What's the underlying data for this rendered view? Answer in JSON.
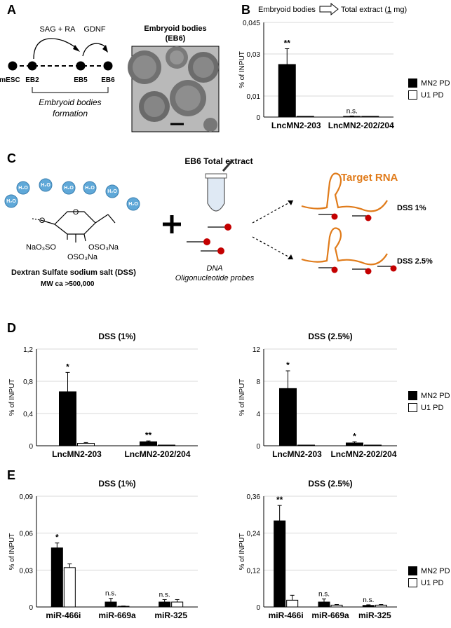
{
  "panels": {
    "A": {
      "letter": "A",
      "labels": {
        "sag_ra": "SAG + RA",
        "gdnf": "GDNF",
        "mesc": "mESC",
        "eb2": "EB2",
        "eb5": "EB5",
        "eb6": "EB6",
        "formation_line1": "Embryoid bodies",
        "formation_line2": "formation",
        "image_title_line1": "Embryoid bodies",
        "image_title_line2": "(EB6)"
      }
    },
    "B": {
      "letter": "B",
      "header_left": "Embryoid bodies",
      "header_right_prefix": "Total extract (",
      "header_right_amount": "1",
      "header_right_suffix": " mg)"
    },
    "C": {
      "letter": "C",
      "title": "EB6 Total extract",
      "target_rna": "Target RNA",
      "dss1": "DSS 1%",
      "dss25": "DSS 2.5%",
      "water": "H₂O",
      "dna_line1": "DNA",
      "dna_line2": "Oligonucleotide probes",
      "dextran_title": "Dextran Sulfate sodium salt (DSS)",
      "dextran_mw": "MW ca >500,000",
      "chem_left": "NaO₃SO",
      "chem_right": "OSO₃Na",
      "chem_bottom": "OSO₃Na",
      "chem_o": "O"
    },
    "D": {
      "letter": "D"
    },
    "E": {
      "letter": "E"
    }
  },
  "legend": {
    "mn2": "MN2 PD",
    "u1": "U1  PD"
  },
  "colors": {
    "mn2": "#000000",
    "u1": "#ffffff",
    "rna": "#e07b1a",
    "probe_red": "#c40000",
    "water_blue": "#5fa8d8",
    "grid": "#d9d9d9"
  },
  "chart_data": [
    {
      "id": "B",
      "type": "bar",
      "title": "",
      "ylabel": "% of INPUT",
      "ylim": [
        0,
        0.045
      ],
      "yticks": [
        0,
        0.01,
        0.03,
        0.045
      ],
      "ytick_labels": [
        "0",
        "0,01",
        "0,03",
        "0,045"
      ],
      "categories": [
        "LncMN2-203",
        "LncMN2-202/204"
      ],
      "series": [
        {
          "name": "MN2 PD",
          "values": [
            0.025,
            0.0003
          ],
          "err": [
            0.0075,
            0.0002
          ]
        },
        {
          "name": "U1  PD",
          "values": [
            0.0002,
            0.0002
          ],
          "err": [
            0.0001,
            0.0001
          ]
        }
      ],
      "annotations": [
        {
          "category": 0,
          "text": "**"
        },
        {
          "category": 1,
          "text": "n.s."
        }
      ]
    },
    {
      "id": "D1",
      "type": "bar",
      "title": "DSS (1%)",
      "ylabel": "% of INPUT",
      "ylim": [
        0,
        1.2
      ],
      "yticks": [
        0,
        0.4,
        0.8,
        1.2
      ],
      "ytick_labels": [
        "0",
        "0,4",
        "0,8",
        "1,2"
      ],
      "categories": [
        "LncMN2-203",
        "LncMN2-202/204"
      ],
      "series": [
        {
          "name": "MN2 PD",
          "values": [
            0.67,
            0.05
          ],
          "err": [
            0.24,
            0.01
          ]
        },
        {
          "name": "U1  PD",
          "values": [
            0.03,
            0.005
          ],
          "err": [
            0.01,
            0.003
          ]
        }
      ],
      "annotations": [
        {
          "category": 0,
          "text": "*"
        },
        {
          "category": 1,
          "text": "**"
        }
      ]
    },
    {
      "id": "D2",
      "type": "bar",
      "title": "DSS (2.5%)",
      "ylabel": "% of INPUT",
      "ylim": [
        0,
        12
      ],
      "yticks": [
        0,
        4,
        8,
        12
      ],
      "ytick_labels": [
        "0",
        "4",
        "8",
        "12"
      ],
      "categories": [
        "LncMN2-203",
        "LncMN2-202/204"
      ],
      "series": [
        {
          "name": "MN2 PD",
          "values": [
            7.1,
            0.35
          ],
          "err": [
            2.2,
            0.15
          ]
        },
        {
          "name": "U1  PD",
          "values": [
            0.03,
            0.03
          ],
          "err": [
            0.01,
            0.01
          ]
        }
      ],
      "annotations": [
        {
          "category": 0,
          "text": "*"
        },
        {
          "category": 1,
          "text": "*"
        }
      ]
    },
    {
      "id": "E1",
      "type": "bar",
      "title": "DSS (1%)",
      "ylabel": "% of INPUT",
      "ylim": [
        0,
        0.09
      ],
      "yticks": [
        0,
        0.03,
        0.06,
        0.09
      ],
      "ytick_labels": [
        "0",
        "0,03",
        "0,06",
        "0,09"
      ],
      "categories": [
        "miR-466i",
        "miR-669a",
        "miR-325"
      ],
      "series": [
        {
          "name": "MN2 PD",
          "values": [
            0.048,
            0.004,
            0.004
          ],
          "err": [
            0.004,
            0.003,
            0.002
          ]
        },
        {
          "name": "U1  PD",
          "values": [
            0.032,
            0.0005,
            0.004
          ],
          "err": [
            0.003,
            0.0003,
            0.002
          ]
        }
      ],
      "annotations": [
        {
          "category": 0,
          "text": "*"
        },
        {
          "category": 1,
          "text": "n.s."
        },
        {
          "category": 2,
          "text": "n.s."
        }
      ]
    },
    {
      "id": "E2",
      "type": "bar",
      "title": "DSS (2.5%)",
      "ylabel": "% of INPUT",
      "ylim": [
        0,
        0.36
      ],
      "yticks": [
        0,
        0.12,
        0.24,
        0.36
      ],
      "ytick_labels": [
        "0",
        "0,12",
        "0,24",
        "0,36"
      ],
      "categories": [
        "miR-466i",
        "miR-669a",
        "miR-325"
      ],
      "series": [
        {
          "name": "MN2 PD",
          "values": [
            0.28,
            0.016,
            0.005
          ],
          "err": [
            0.05,
            0.01,
            0.002
          ]
        },
        {
          "name": "U1  PD",
          "values": [
            0.022,
            0.006,
            0.006
          ],
          "err": [
            0.016,
            0.002,
            0.002
          ]
        }
      ],
      "annotations": [
        {
          "category": 0,
          "text": "**"
        },
        {
          "category": 1,
          "text": "n.s."
        },
        {
          "category": 2,
          "text": "n.s."
        }
      ]
    }
  ]
}
